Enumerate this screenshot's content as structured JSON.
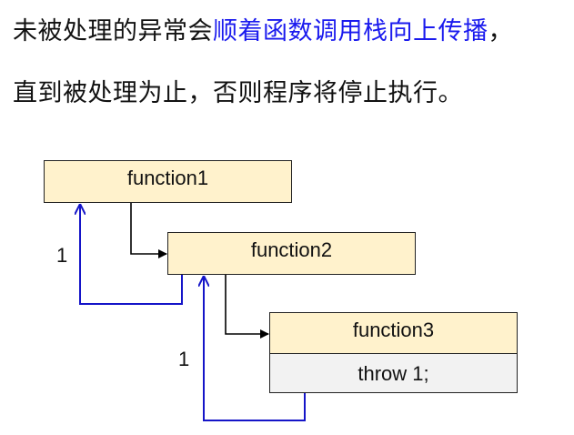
{
  "intro": {
    "line1_before": "未被处理的异常会",
    "line1_highlight": "顺着函数调用栈向上传播",
    "line1_after": "，",
    "line2": "直到被处理为止，否则程序将停止执行。"
  },
  "diagram": {
    "function1": "function1",
    "function2": "function2",
    "function3": "function3",
    "throw_stmt": "throw 1;",
    "label_upper": "1",
    "label_lower": "1"
  },
  "colors": {
    "box_fill": "#fff2cc",
    "throw_fill": "#f2f2f2",
    "highlight_text": "#1a1aee",
    "call_arrow": "#000000",
    "propagate_arrow": "#1515c8"
  }
}
